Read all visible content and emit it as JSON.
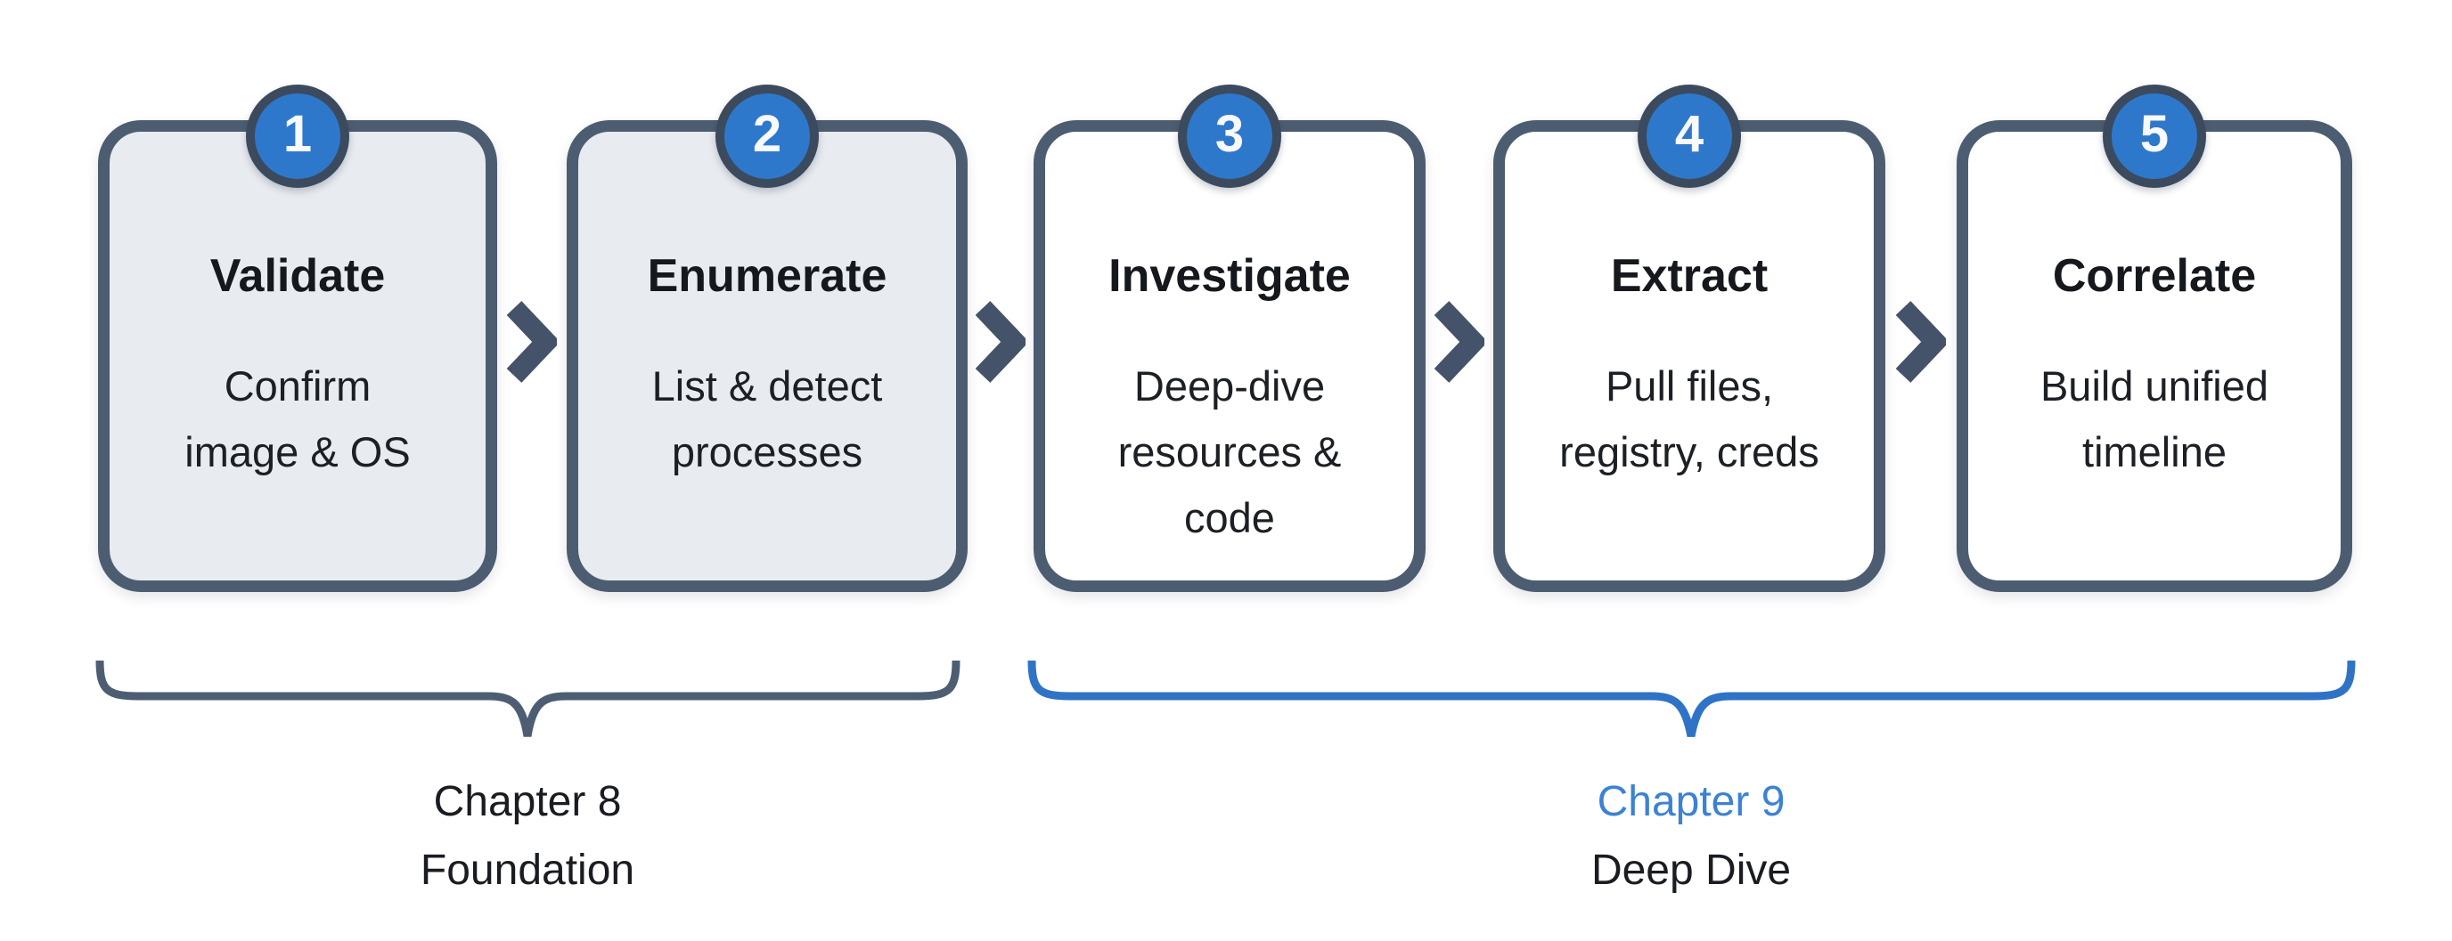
{
  "diagram": {
    "steps": [
      {
        "number": "1",
        "title": "Validate",
        "subtitle_lines": [
          "Confirm",
          "image & OS"
        ]
      },
      {
        "number": "2",
        "title": "Enumerate",
        "subtitle_lines": [
          "List & detect",
          "processes"
        ]
      },
      {
        "number": "3",
        "title": "Investigate",
        "subtitle_lines": [
          "Deep-dive",
          "resources &",
          "code"
        ]
      },
      {
        "number": "4",
        "title": "Extract",
        "subtitle_lines": [
          "Pull files,",
          "registry, creds"
        ]
      },
      {
        "number": "5",
        "title": "Correlate",
        "subtitle_lines": [
          "Build unified",
          "timeline"
        ]
      }
    ],
    "groups": [
      {
        "chapter": "Chapter 8",
        "name": "Foundation"
      },
      {
        "chapter": "Chapter 9",
        "name": "Deep Dive"
      }
    ],
    "colors": {
      "step_badge_blue": "#2e78cc",
      "card_outline": "#4d5d71",
      "foundation_card_fill": "#e8ebf0",
      "deepdive_card_fill": "#ffffff",
      "chevron": "#44536a",
      "foundation_brace": "#4e5e72",
      "deepdive_brace": "#2f73c6",
      "chapter9_text_blue": "#3b82d4"
    }
  }
}
